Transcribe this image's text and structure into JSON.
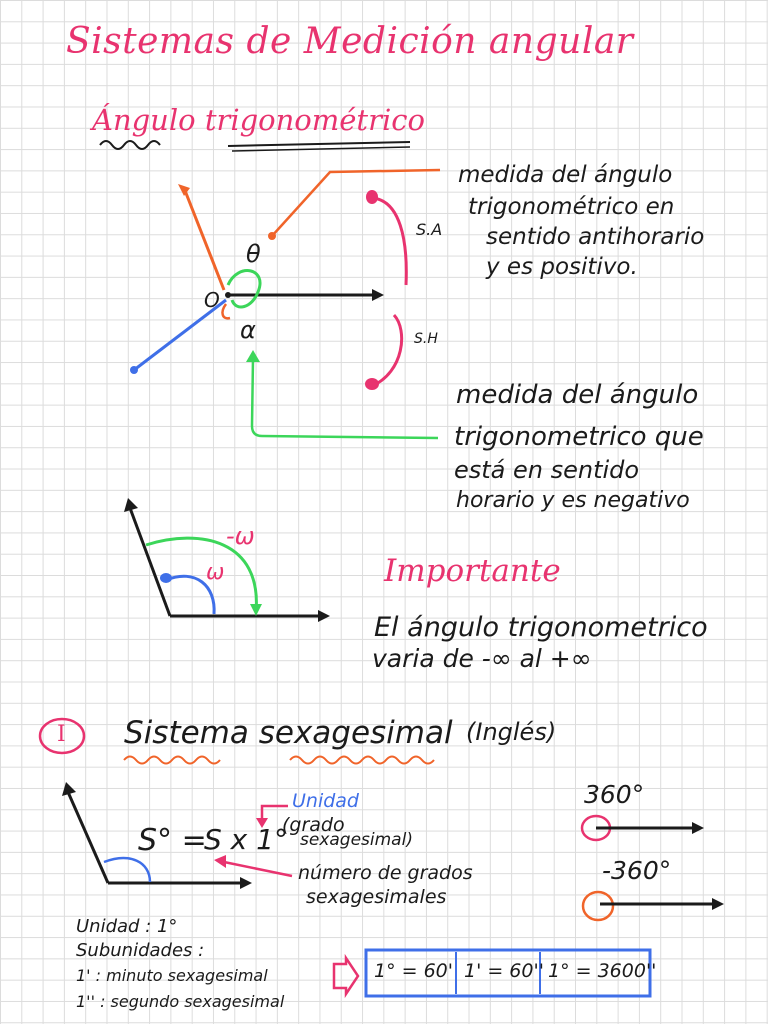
{
  "title": "Sistemas de Medición angular",
  "section_trig": {
    "heading": "Ángulo trigonométrico",
    "diagram": {
      "origin_label": "O",
      "theta_label": "θ",
      "alpha_label": "α",
      "sa_label": "S.A",
      "sh_label": "S.H"
    },
    "positive_note": [
      "medida del ángulo",
      "trigonométrico en",
      "sentido antihorario",
      "y es positivo."
    ],
    "negative_note": [
      "medida del ángulo",
      "trigonometrico que",
      "está en sentido",
      "horario y es negativo"
    ],
    "omega_neg_label": "-ω",
    "omega_label": "ω",
    "important_heading": "Importante",
    "important_text": [
      "El ángulo trigonometrico",
      "varia de -∞ al +∞"
    ]
  },
  "section_sexa": {
    "badge": "I",
    "heading": "Sistema sexagesimal",
    "heading_suffix": "(Inglés)",
    "formula_left": "S° =",
    "formula_right": "S x 1°",
    "formula_paren": "(grado",
    "formula_paren2": "sexagesimal)",
    "unit_label": "Unidad",
    "number_note": [
      "número de grados",
      "sexagesimales"
    ],
    "full_turn": "360°",
    "neg_full_turn": "-360°",
    "unit_line": "Unidad : 1°",
    "subunits_label": "Subunidades :",
    "subunits": [
      "1' : minuto sexagesimal",
      "1'' : segundo sexagesimal"
    ],
    "equivalences": [
      "1° = 60'",
      "1' = 60''",
      "1° = 3600''"
    ]
  },
  "colors": {
    "pink": "#e8336f",
    "orange": "#f0642a",
    "green": "#3cd65a",
    "blue": "#3f6fe8",
    "ink": "#1b1b1b"
  }
}
